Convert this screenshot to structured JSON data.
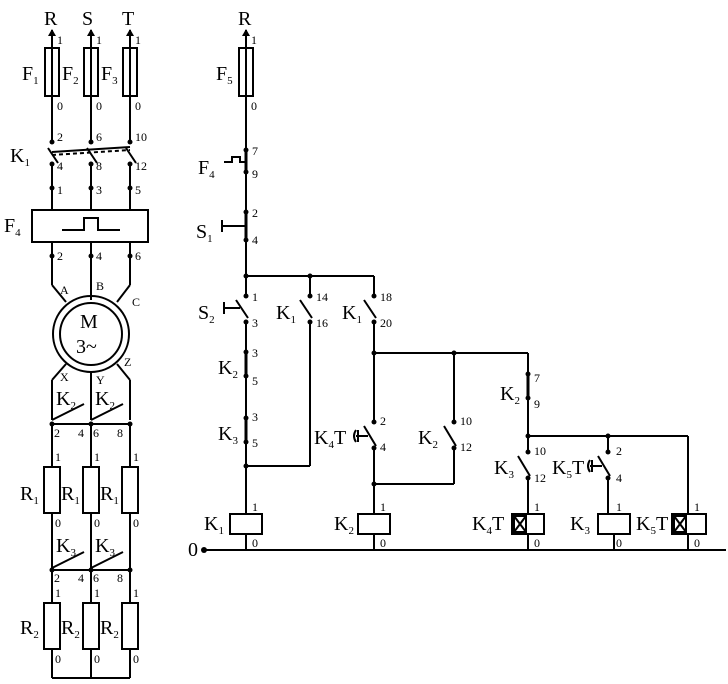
{
  "phases": {
    "r": "R",
    "s": "S",
    "t": "T",
    "control_r": "R"
  },
  "components": {
    "F1": "F",
    "F1_sub": "1",
    "F2": "F",
    "F2_sub": "2",
    "F3": "F",
    "F3_sub": "3",
    "F5": "F",
    "F5_sub": "5",
    "K1": "K",
    "K1_sub": "1",
    "F4_power": "F",
    "F4_power_sub": "4",
    "F4_ctrl": "F",
    "F4_ctrl_sub": "4",
    "S1": "S",
    "S1_sub": "1",
    "S2": "S",
    "S2_sub": "2",
    "K1_hold": "K",
    "K1_hold_sub": "1",
    "K1_aux": "K",
    "K1_aux_sub": "1",
    "K2_nc": "K",
    "K2_nc_sub": "2",
    "K3_nc": "K",
    "K3_nc_sub": "3",
    "K4T": "K",
    "K4T_sub": "4",
    "K4T_t": "T",
    "K2_hold": "K",
    "K2_hold_sub": "2",
    "K2_no": "K",
    "K2_no_sub": "2",
    "K3_hold": "K",
    "K3_hold_sub": "3",
    "K5T": "K",
    "K5T_sub": "5",
    "K5T_t": "T",
    "K1_coil": "K",
    "K1_coil_sub": "1",
    "K2_coil": "K",
    "K2_coil_sub": "2",
    "K4T_coil": "K",
    "K4T_coil_sub": "4",
    "K4T_coil_t": "T",
    "K3_coil": "K",
    "K3_coil_sub": "3",
    "K5T_coil": "K",
    "K5T_coil_sub": "5",
    "K5T_coil_t": "T",
    "K2_pow_a": "K",
    "K2_pow_a_sub": "2",
    "K2_pow_b": "K",
    "K2_pow_b_sub": "2",
    "K3_pow_a": "K",
    "K3_pow_a_sub": "3",
    "K3_pow_b": "K",
    "K3_pow_b_sub": "3",
    "R1a": "R",
    "R1a_sub": "1",
    "R1b": "R",
    "R1b_sub": "1",
    "R1c": "R",
    "R1c_sub": "1",
    "R2a": "R",
    "R2a_sub": "2",
    "R2b": "R",
    "R2b_sub": "2",
    "R2c": "R",
    "R2c_sub": "2"
  },
  "motor": {
    "label": "M",
    "type": "3~",
    "term_a": "A",
    "term_b": "B",
    "term_c": "C",
    "term_x": "X",
    "term_y": "Y",
    "term_z": "Z"
  },
  "neutral_label": "0",
  "terminals": {
    "p1": "1",
    "p2": "0",
    "p3": "2",
    "p4": "6",
    "p5": "10",
    "p6": "4",
    "p7": "8",
    "p8": "12",
    "p9": "1",
    "p10": "3",
    "p11": "5",
    "p12": "2",
    "p13": "4",
    "p14": "6",
    "p15": "2",
    "p16": "4",
    "p17": "6",
    "p18": "8",
    "p19": "1",
    "p20": "0",
    "p21": "2",
    "p22": "4",
    "p23": "6",
    "p24": "8",
    "c1": "1",
    "c2": "0",
    "c3": "7",
    "c4": "9",
    "c5": "2",
    "c6": "4",
    "c7": "1",
    "c8": "3",
    "c9": "14",
    "c10": "16",
    "c11": "18",
    "c12": "20",
    "c13": "3",
    "c14": "5",
    "c15": "3",
    "c16": "5",
    "c17": "2",
    "c18": "4",
    "c19": "10",
    "c20": "12",
    "c21": "7",
    "c22": "9",
    "c23": "10",
    "c24": "12",
    "c25": "2",
    "c26": "4",
    "c27": "1",
    "c28": "0"
  }
}
